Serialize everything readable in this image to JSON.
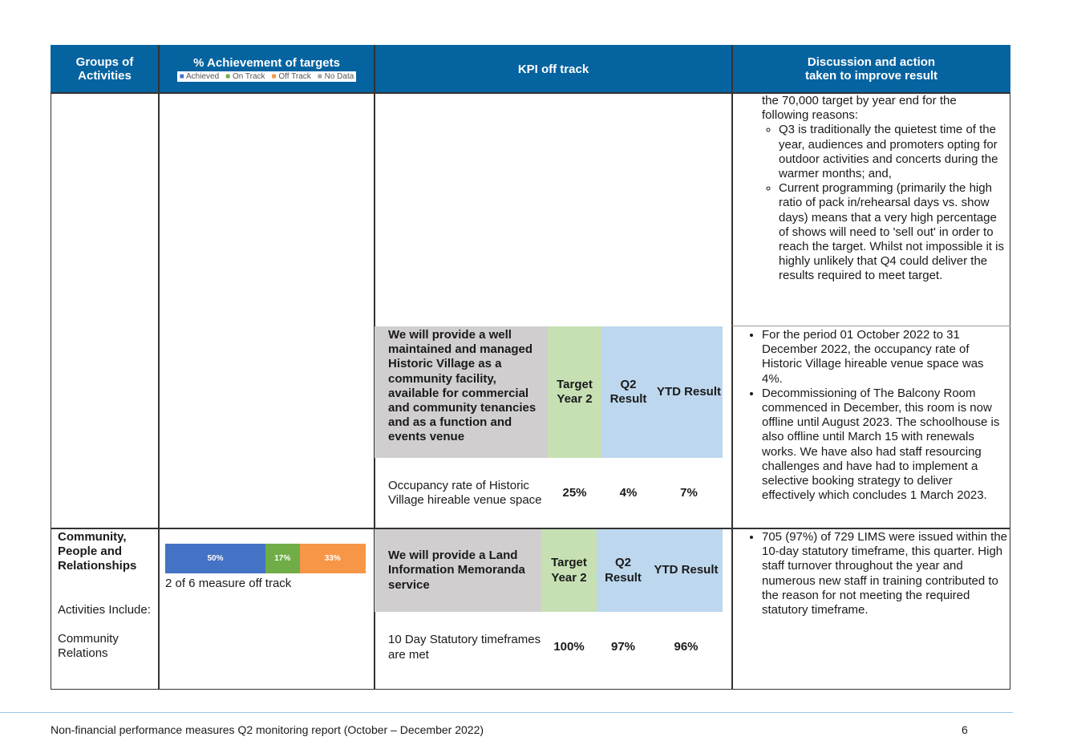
{
  "header": {
    "col1": "Groups of Activities",
    "col2": "% Achievement of targets",
    "legend": [
      "Achieved",
      "On Track",
      "Off Track",
      "No Data"
    ],
    "col3": "KPI off track",
    "col4": "Discussion and action taken to improve result"
  },
  "row1": {
    "cont_intro": "the 70,000 target by year end for the following reasons:",
    "cont_sub1": "Q3 is traditionally the quietest time of the year, audiences and promoters opting for outdoor activities and concerts during the warmer months; and,",
    "cont_sub2": "Current programming (primarily the high ratio of pack in/rehearsal days vs. show days) means that a very high percentage of shows will need to 'sell out' in order to reach the target. Whilst not impossible it is highly unlikely that Q4 could deliver the results required to meet target."
  },
  "row2": {
    "kpi_name": "We will provide a well maintained and managed Historic Village as a community facility, available for commercial and community tenancies and as a function and events venue",
    "h_target": "Target Year 2",
    "h_q2": "Q2 Result",
    "h_ytd": "YTD Result",
    "measure": "Occupancy rate of Historic Village hireable venue space",
    "target": "25%",
    "q2": "4%",
    "ytd": "7%",
    "bullet1": "For the period 01 October 2022 to 31 December 2022, the occupancy rate of Historic Village hireable venue space was 4%.",
    "bullet2": "Decommissioning of The Balcony Room commenced in December, this room is now offline until August 2023. The schoolhouse is also offline until March 15 with renewals works. We have also had staff resourcing challenges and have had to implement a selective booking strategy to deliver effectively which concludes 1 March 2023."
  },
  "row3": {
    "group": "Community, People and Relationships",
    "activities_label": "Activities Include:",
    "activity1": "Community Relations",
    "chart_caption": "2 of 6 measure off track",
    "kpi_name": "We will provide a Land Information Memoranda service",
    "h_target": "Target Year 2",
    "h_q2": "Q2 Result",
    "h_ytd": "YTD Result",
    "measure": "10 Day Statutory timeframes are met",
    "target": "100%",
    "q2": "97%",
    "ytd": "96%",
    "bullet1": "705 (97%) of 729 LIMS were issued within the 10-day statutory timeframe, this quarter. High staff turnover throughout the year and numerous new staff in training contributed to the reason for not meeting the required statutory timeframe."
  },
  "chart_data": {
    "type": "bar",
    "stacked": true,
    "orientation": "horizontal",
    "categories": [
      ""
    ],
    "series": [
      {
        "name": "Achieved",
        "values": [
          50
        ],
        "label": "50%",
        "color": "#4472c4"
      },
      {
        "name": "On Track",
        "values": [
          17
        ],
        "label": "17%",
        "color": "#70ad47"
      },
      {
        "name": "Off Track",
        "values": [
          33
        ],
        "label": "33%",
        "color": "#f79646"
      },
      {
        "name": "No Data",
        "values": [
          0
        ],
        "color": "#a5a5a5"
      }
    ]
  },
  "footer": {
    "title": "Non-financial performance measures Q2 monitoring report (October – December 2022)",
    "page": "6"
  },
  "colors": {
    "header_bg": "#0563a0",
    "kpi_name_bg": "#d0cece",
    "target_bg": "#c6e0b4",
    "result_bg": "#bdd7ee"
  }
}
